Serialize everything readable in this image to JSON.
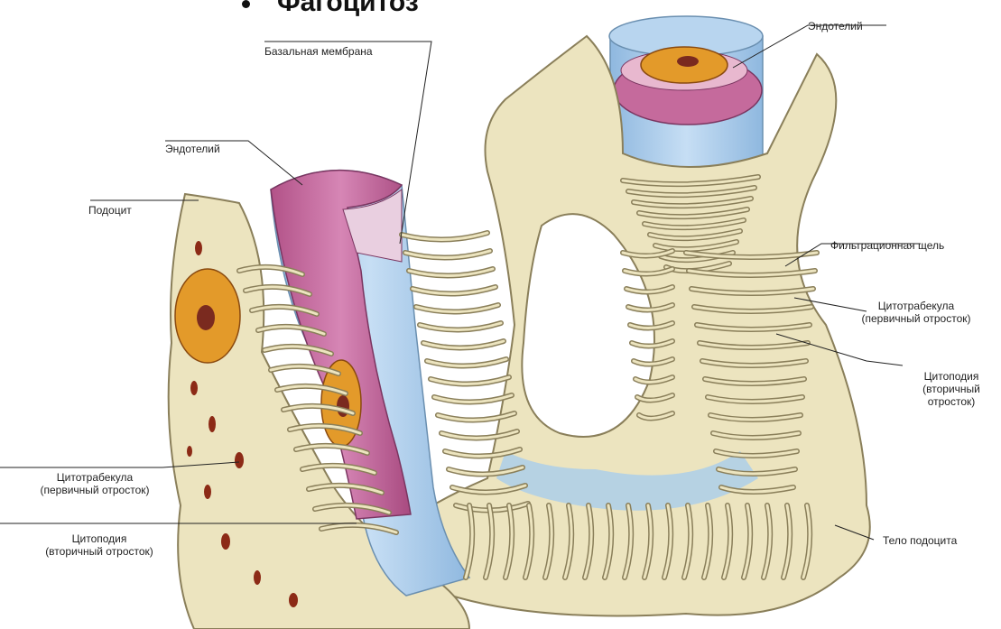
{
  "title": "Фагоцитоз",
  "colors": {
    "podocyte": "#ece4bf",
    "podocyte_outline": "#8a7f5a",
    "endothelium": "#c9699f",
    "basement_membrane": "#a9cdec",
    "nucleus": "#e39a2a",
    "nucleolus": "#7a2a1f",
    "red_cell": "#8c2a16"
  },
  "labels": {
    "basal_membrane": "Базальная мембрана",
    "endothelium_top": "Эндотелий",
    "endothelium_left": "Эндотелий",
    "podocyte": "Подоцит",
    "filtration_slit": "Фильтрационная щель",
    "cytotrabecula_right_1": "Цитотрабекула",
    "cytotrabecula_right_2": "(первичный отросток)",
    "cytopodia_right_1": "Цитоподия",
    "cytopodia_right_2": "(вторичный",
    "cytopodia_right_3": "отросток)",
    "cytotrabecula_left_1": "Цитотрабекула",
    "cytotrabecula_left_2": "(первичный отросток)",
    "cytopodia_left_1": "Цитоподия",
    "cytopodia_left_2": "(вторичный отросток)",
    "podocyte_body": "Тело подоцита"
  }
}
